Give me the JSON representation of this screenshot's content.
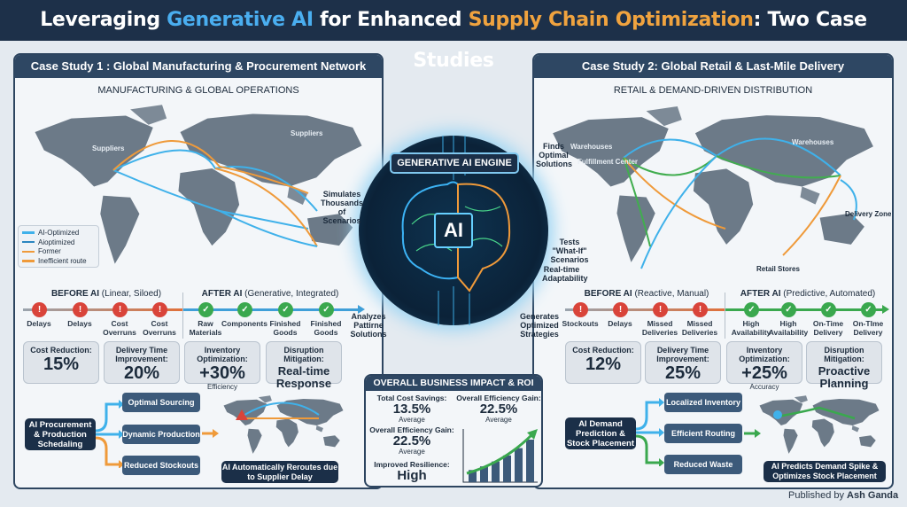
{
  "title": {
    "part1": "Leveraging ",
    "part2": "Generative AI",
    "part3": " for Enhanced ",
    "part4": "Supply Chain Optimization",
    "part5": ": Two Case Studies"
  },
  "colors": {
    "header": "#1d3049",
    "accent_blue": "#4aaef0",
    "accent_orange": "#f0a33f",
    "success": "#3aa84e",
    "danger": "#d9443a"
  },
  "case1": {
    "title": "Case Study 1 : Global Manufacturing & Procurement Network",
    "subtitle": "MANUFACTURING & GLOBAL OPERATIONS",
    "map_labels": [
      "Suppliers",
      "Suppliers"
    ],
    "legend": [
      "AI-Optimized",
      "Aioptimized",
      "Former",
      "Inefficient route"
    ],
    "before": {
      "label": "BEFORE AI",
      "note": "(Linear, Siloed)",
      "items": [
        "Delays",
        "Delays",
        "Cost Overruns",
        "Cost Overruns"
      ]
    },
    "after": {
      "label": "AFTER AI",
      "note": "(Generative, Integrated)",
      "items": [
        "Raw Materials",
        "Components",
        "Finished Goods",
        "Finished Goods"
      ]
    },
    "metrics": [
      {
        "title": "Cost Reduction:",
        "value": "15%"
      },
      {
        "title": "Delivery Time Improvement:",
        "value": "20%"
      },
      {
        "title": "Inventory Optimization:",
        "value": "+30%",
        "sub": "Efficiency"
      },
      {
        "title": "Disruption Mitigation:",
        "value": "Real-time Response"
      }
    ],
    "driver": "AI Procurement & Production Schedaling",
    "outcomes": [
      "Optimal Sourcing",
      "Dynamic Production",
      "Reduced Stockouts"
    ],
    "map_caption": "AI Automatically Reroutes due to Supplier Delay"
  },
  "case2": {
    "title": "Case Study 2: Global Retail & Last-Mile Delivery",
    "subtitle": "RETAIL & DEMAND-DRIVEN DISTRIBUTION",
    "map_labels": [
      "Warehouses",
      "Fulfillment Center",
      "Warehouses",
      "Delivery Zones",
      "Retail Stores"
    ],
    "before": {
      "label": "BEFORE AI",
      "note": "(Reactive, Manual)",
      "items": [
        "Stockouts",
        "Delays",
        "Missed Deliveries",
        "Missed Deliveries"
      ]
    },
    "after": {
      "label": "AFTER AI",
      "note": "(Predictive, Automated)",
      "items": [
        "High Availability",
        "High Availability",
        "On-Time Delivery",
        "On-TIme Delivery"
      ]
    },
    "metrics": [
      {
        "title": "Cost Reduction:",
        "value": "12%"
      },
      {
        "title": "Delivery Time Improvement:",
        "value": "25%"
      },
      {
        "title": "Inventory Optimization:",
        "value": "+25%",
        "sub": "Accuracy"
      },
      {
        "title": "Disruption Mitigation:",
        "value": "Proactive Planning"
      }
    ],
    "driver": "AI Demand Prediction & Stock Placement",
    "outcomes": [
      "Localized Inventory",
      "Efficient Routing",
      "Reduced Waste"
    ],
    "map_caption": "AI Predicts Demand Spike & Optimizes Stock Placement"
  },
  "engine": {
    "title": "GENERATIVE AI ENGINE",
    "core": "AI",
    "callouts": [
      "Simulates Thousands of Scenarios",
      "Finds Optimal Solutions",
      "Tests \"What-If\" Scenarios",
      "Real-time Adaptability",
      "Analyzes Pattirne Solutions",
      "Generates Optimized Strategies"
    ]
  },
  "roi": {
    "title": "OVERALL BUSINESS IMPACT & ROI",
    "items": [
      {
        "title": "Total Cost Savings:",
        "value": "13.5%",
        "sub": "Average"
      },
      {
        "title": "Overall Efficiency Gain:",
        "value": "22.5%",
        "sub": "Average"
      },
      {
        "title": "Improved Resilience:",
        "value": "High"
      },
      {
        "title": "Overall Efficiency Gain:",
        "value": "22.5%",
        "sub": "Average"
      }
    ],
    "trend_bars": [
      1,
      1.3,
      1.7,
      2.2,
      2.8,
      3.5
    ]
  },
  "footer": {
    "prefix": "Published by ",
    "author": "Ash Ganda"
  }
}
